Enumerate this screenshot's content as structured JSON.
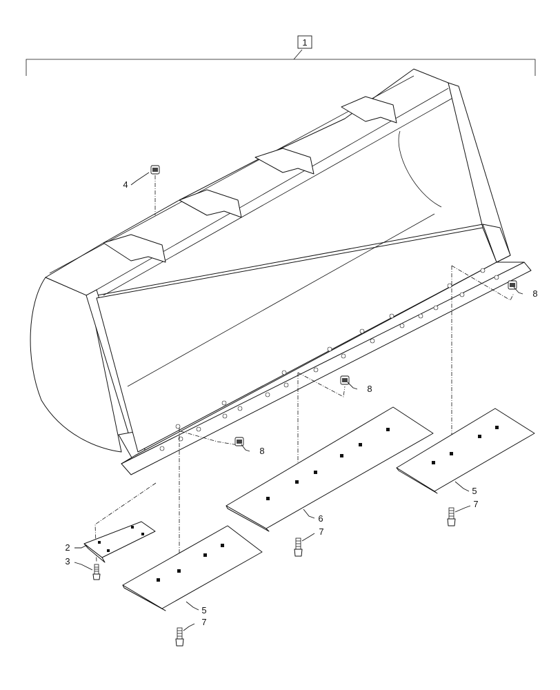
{
  "diagram": {
    "assembly_label": "1",
    "callouts": {
      "c2": "2",
      "c3": "3",
      "c4": "4",
      "c5a": "5",
      "c5b": "5",
      "c6": "6",
      "c7a": "7",
      "c7b": "7",
      "c7c": "7",
      "c8a": "8",
      "c8b": "8",
      "c8c": "8"
    }
  }
}
